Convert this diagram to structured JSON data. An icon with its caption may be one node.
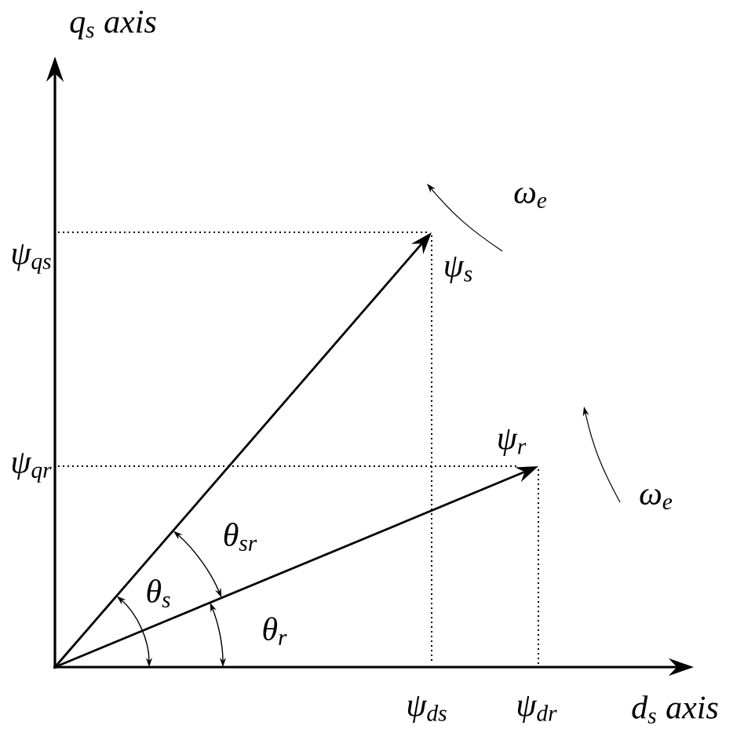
{
  "diagram": {
    "labels": [
      "q$_{s}$ axis",
      "ψ$_{qs}$",
      "ω$_{e}$",
      "ψ$_{s}$",
      "ψ$_{qr}$",
      "ψ$_{r}$",
      "ω$_{e}$",
      "θ$_{sr}$",
      "θ$_{s}$",
      "θ$_{r}$",
      "ψ$_{ds}$",
      "ψ$_{dr}$",
      "d$_{s}$ axis"
    ]
  }
}
